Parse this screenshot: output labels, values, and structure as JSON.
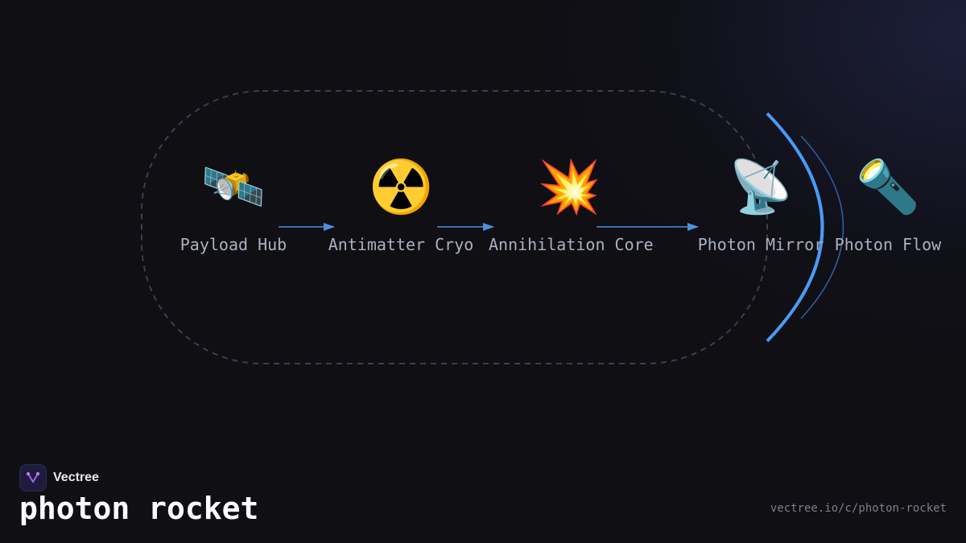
{
  "diagram": {
    "nodes": [
      {
        "id": "payload-hub",
        "label": "Payload Hub",
        "icon": "🛰️",
        "icon_name": "satellite-icon"
      },
      {
        "id": "antimatter-cryo",
        "label": "Antimatter Cryo",
        "icon": "☢️",
        "icon_name": "radioactive-icon"
      },
      {
        "id": "annihilation-core",
        "label": "Annihilation Core",
        "icon": "💥",
        "icon_name": "explosion-icon"
      },
      {
        "id": "photon-mirror",
        "label": "Photon Mirror",
        "icon": "📡",
        "icon_name": "satellite-dish-icon"
      },
      {
        "id": "photon-flow",
        "label": "Photon Flow",
        "icon": "🔦",
        "icon_name": "flashlight-icon"
      }
    ],
    "edges": [
      {
        "from": "payload-hub",
        "to": "antimatter-cryo"
      },
      {
        "from": "antimatter-cryo",
        "to": "annihilation-core"
      },
      {
        "from": "annihilation-core",
        "to": "photon-mirror"
      }
    ],
    "colors": {
      "arrow": "#4a90e2",
      "mirror": "#4a9af5",
      "group_border": "#3a4050",
      "label": "#aab1c0",
      "background": "#0f0f14"
    }
  },
  "brand": {
    "name": "Vectree",
    "logo_icon": "vectree-logo-icon"
  },
  "title": "photon rocket",
  "url": "vectree.io/c/photon-rocket"
}
